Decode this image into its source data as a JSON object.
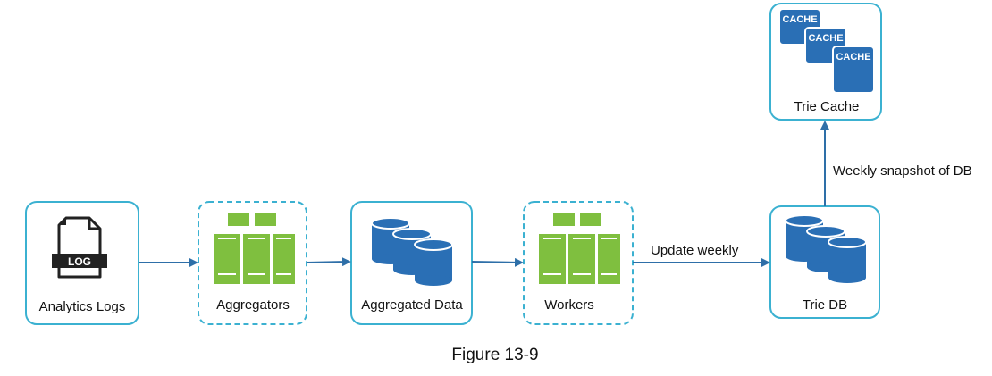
{
  "diagram": {
    "nodes": {
      "analytics_logs": {
        "label": "Analytics Logs",
        "icon": "log-file-icon",
        "icon_text": "LOG"
      },
      "aggregators": {
        "label": "Aggregators",
        "icon": "server-rack-icon"
      },
      "aggregated_data": {
        "label": "Aggregated Data",
        "icon": "database-icon"
      },
      "workers": {
        "label": "Workers",
        "icon": "server-rack-icon"
      },
      "trie_db": {
        "label": "Trie DB",
        "icon": "database-icon"
      },
      "trie_cache": {
        "label": "Trie Cache",
        "icon": "cache-icon",
        "icon_text": "CACHE"
      }
    },
    "edges": {
      "update_weekly": "Update weekly",
      "weekly_snapshot": "Weekly snapshot of DB"
    },
    "caption": "Figure 13-9"
  },
  "colors": {
    "border": "#3bb1d1",
    "arrow": "#2e6fa8",
    "database": "#2a6fb5",
    "server": "#7fbf3f",
    "log_icon": "#222222"
  }
}
